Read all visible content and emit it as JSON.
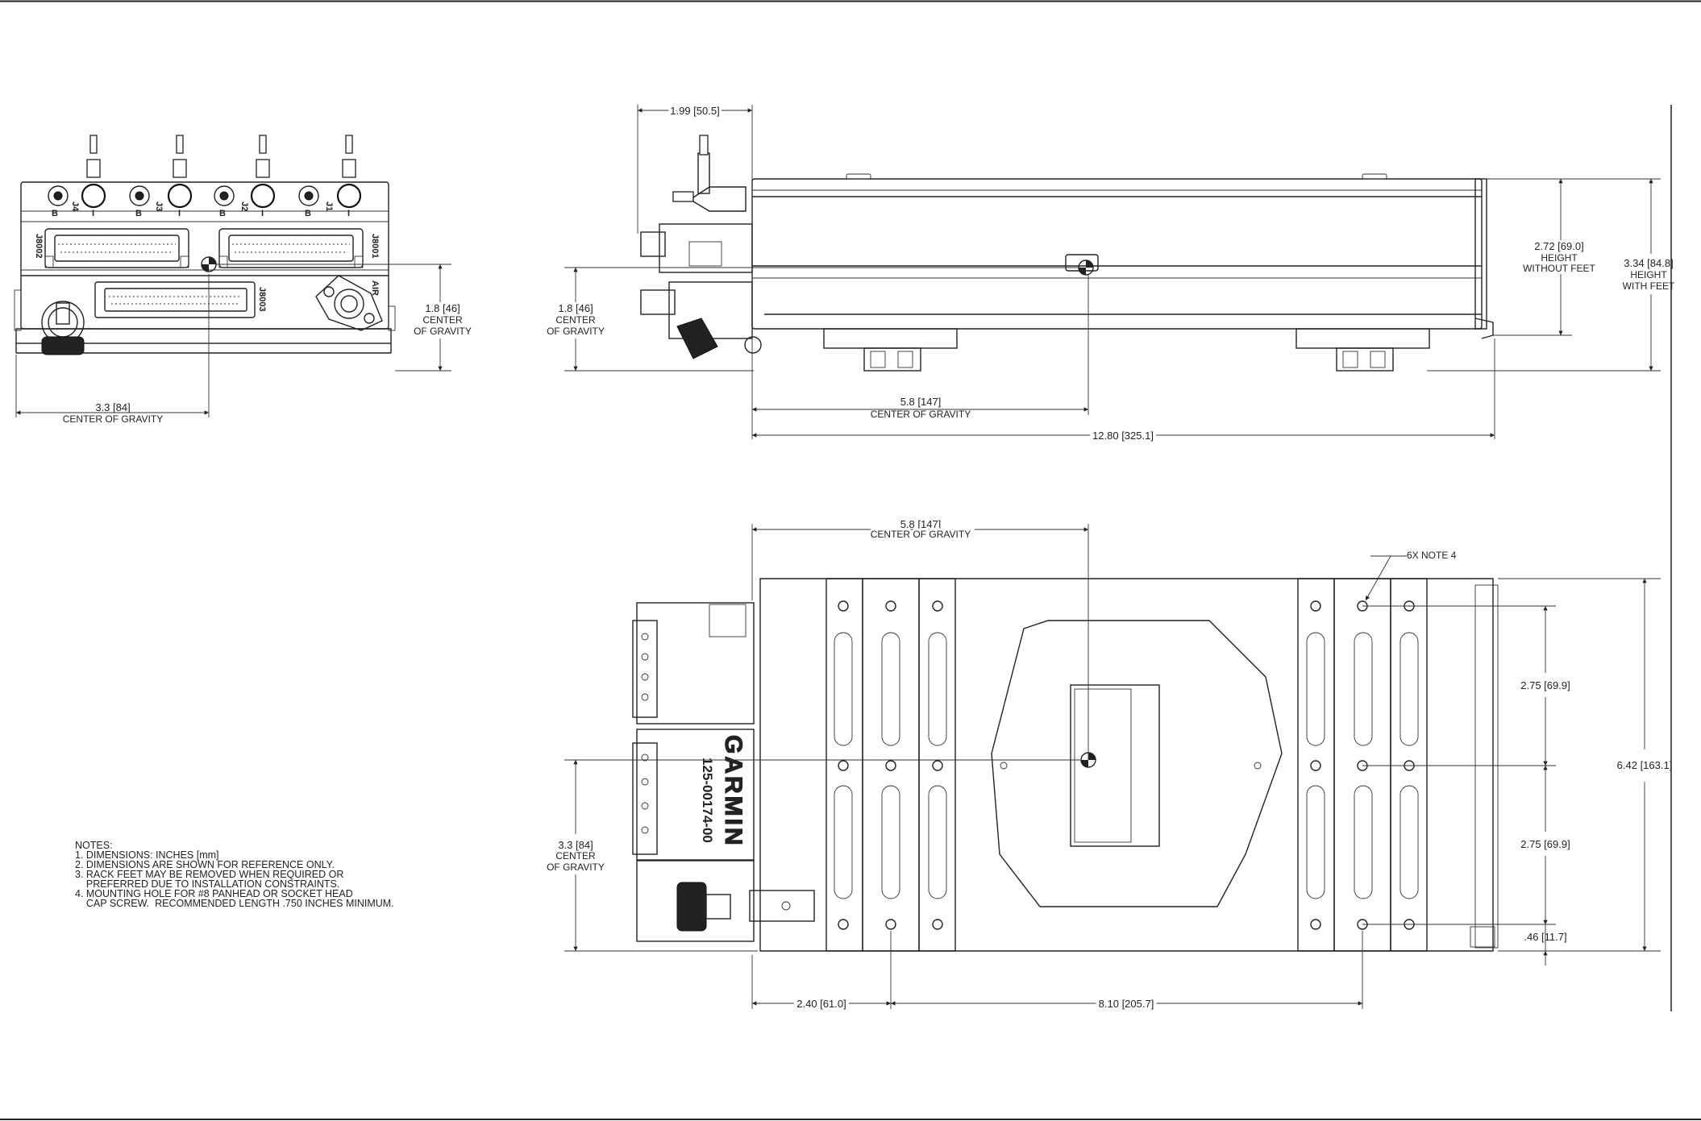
{
  "front_view": {
    "connectors": [
      "J4",
      "J3",
      "J2",
      "J1"
    ],
    "pin_b": "B",
    "pin_i": "I",
    "j8002": "J8002",
    "j8001": "J8001",
    "j8003": "J8003",
    "air": "AIR",
    "cg_height_dim": "1.8 [46]",
    "cg_height_lbl1": "CENTER",
    "cg_height_lbl2": "OF GRAVITY",
    "cg_width_dim": "3.3 [84]",
    "cg_width_lbl": "CENTER OF GRAVITY"
  },
  "side_view": {
    "connector_depth_dim": "1.99 [50.5]",
    "cg_height_dim": "1.8 [46]",
    "cg_height_lbl1": "CENTER",
    "cg_height_lbl2": "OF GRAVITY",
    "cg_length_dim": "5.8 [147]",
    "cg_length_lbl": "CENTER OF GRAVITY",
    "length_dim": "12.80 [325.1]",
    "height_no_feet_dim": "2.72 [69.0]",
    "height_no_feet_lbl1": "HEIGHT",
    "height_no_feet_lbl2": "WITHOUT FEET",
    "height_feet_dim": "3.34 [84.8]",
    "height_feet_lbl1": "HEIGHT",
    "height_feet_lbl2": "WITH FEET"
  },
  "top_view": {
    "cg_length_dim": "5.8 [147]",
    "cg_length_lbl": "CENTER OF GRAVITY",
    "hole_note": "6X NOTE 4",
    "hole_pitch_dim_1": "2.75 [69.9]",
    "hole_pitch_dim_2": "2.75 [69.9]",
    "width_dim": "6.42 [163.1]",
    "hole_offset_dim": ".46 [11.7]",
    "cg_width_dim": "3.3 [84]",
    "cg_width_lbl1": "CENTER",
    "cg_width_lbl2": "OF GRAVITY",
    "front_hole_dim": "2.40 [61.0]",
    "hole_span_dim": "8.10 [205.7]",
    "brand": "GARMIN",
    "part_number": "125-00174-00"
  },
  "notes": {
    "title": "NOTES:",
    "lines": [
      "1. DIMENSIONS: INCHES [mm]",
      "2. DIMENSIONS ARE SHOWN FOR REFERENCE ONLY.",
      "3. RACK FEET MAY BE REMOVED WHEN REQUIRED OR",
      "    PREFERRED DUE TO INSTALLATION CONSTRAINTS.",
      "4. MOUNTING HOLE FOR #8 PANHEAD OR SOCKET HEAD",
      "    CAP SCREW.  RECOMMENDED LENGTH .750 INCHES MINIMUM."
    ]
  }
}
